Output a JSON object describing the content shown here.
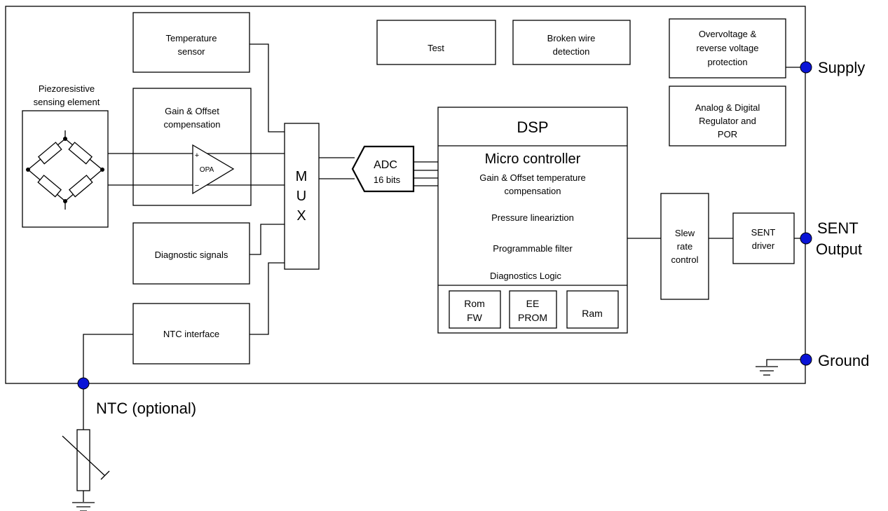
{
  "blocks": {
    "piezo": [
      "Piezoresistive",
      "sensing element"
    ],
    "temp_sensor": [
      "Temperature",
      "sensor"
    ],
    "gain_offset": [
      "Gain & Offset",
      "compensation"
    ],
    "opa": "OPA",
    "opa_plus": "+",
    "opa_minus": "−",
    "diag_signals": "Diagnostic signals",
    "ntc_interface": "NTC interface",
    "mux": [
      "M",
      "U",
      "X"
    ],
    "adc": [
      "ADC",
      "16 bits"
    ],
    "test": "Test",
    "broken_wire": [
      "Broken wire",
      "detection"
    ],
    "overvoltage": [
      "Overvoltage &",
      "reverse voltage",
      "protection"
    ],
    "regulator": [
      "Analog & Digital",
      "Regulator and",
      "POR"
    ],
    "dsp": "DSP",
    "micro": "Micro controller",
    "gain_temp": [
      "Gain & Offset temperature",
      "compensation"
    ],
    "pressure": "Pressure lineariztion",
    "filter": "Programmable filter",
    "diag_logic": "Diagnostics Logic",
    "rom": [
      "Rom",
      "FW"
    ],
    "eeprom": [
      "EE",
      "PROM"
    ],
    "ram": "Ram",
    "slew": [
      "Slew",
      "rate",
      "control"
    ],
    "sent_driver": [
      "SENT",
      "driver"
    ]
  },
  "pins": {
    "supply": "Supply",
    "sent": [
      "SENT",
      "Output"
    ],
    "ground": "Ground",
    "ntc": "NTC (optional)"
  },
  "colors": {
    "pin": "#0a14d6",
    "line": "#000000",
    "background": "#ffffff"
  }
}
